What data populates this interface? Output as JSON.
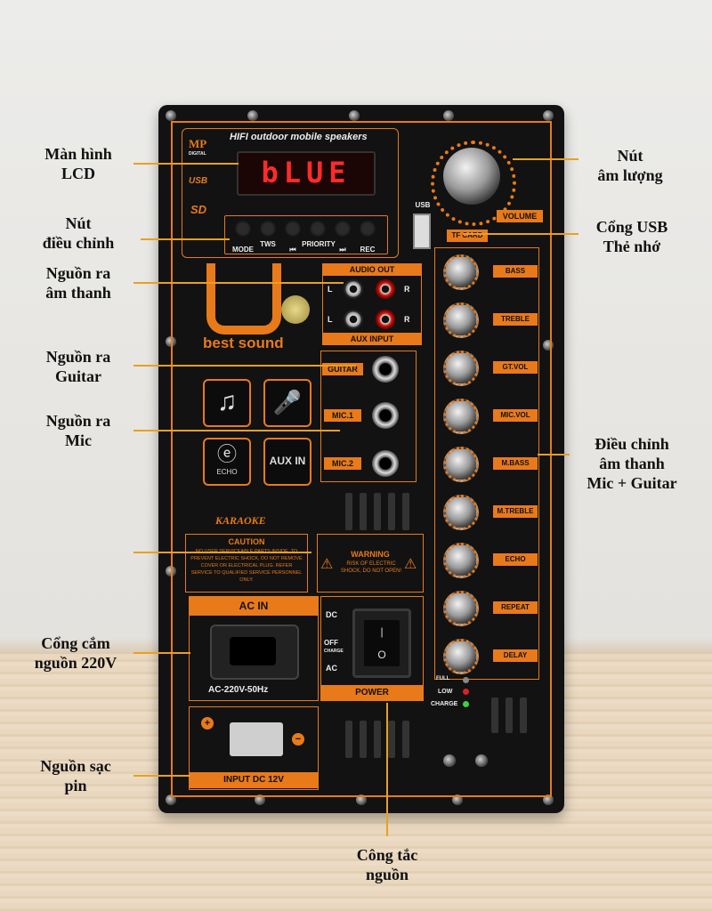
{
  "callouts": {
    "lcd": "Màn hình\nLCD",
    "buttons": "Nút\nđiều chỉnh",
    "audio_out": "Nguồn ra\nâm thanh",
    "guitar": "Nguồn ra\nGuitar",
    "mic": "Nguồn ra\nMic",
    "ac_in": "Cổng cắm\nnguồn 220V",
    "battery": "Nguồn sạc\npin",
    "volume": "Nút\nâm lượng",
    "usb": "Cổng USB\nThẻ nhớ",
    "eq": "Điều chỉnh\nâm thanh\nMic + Guitar",
    "power_switch": "Công tắc\nnguồn"
  },
  "panel": {
    "logo_mark": "MP",
    "logo_sub": "DIGITAL",
    "title": "HIFI outdoor mobile speakers",
    "usb_logo": "USB",
    "sd_logo": "SD",
    "display": "bLUE",
    "button_labels": [
      "MODE",
      "TWS",
      "⏮",
      "PRIORITY",
      "⏭",
      "REC"
    ],
    "brand": "best sound",
    "audio_out": "AUDIO OUT",
    "aux_input": "AUX INPUT",
    "left": "L",
    "right": "R",
    "guitar": "GUITAR",
    "mic1": "MIC.1",
    "mic2": "MIC.2",
    "echo_icon_label": "ECHO",
    "aux_icon_label": "AUX IN",
    "karaoke": "KARAOKE",
    "caution_title": "CAUTION",
    "caution_text": "NO USER SERVICEABLE PARTS INSIDE. TO PREVENT ELECTRIC SHOCK, DO NOT REMOVE COVER OR ELECTRICAL PLUG. REFER SERVICE TO QUALIFIED SERVICE PERSONNEL ONLY.",
    "warning_title": "WARNING",
    "warning_text": "RISK OF ELECTRIC SHOCK, DO NOT OPEN!",
    "ac_in": "AC IN",
    "ac_spec": "AC-220V-50Hz",
    "dc": "DC",
    "off": "OFF",
    "charge_small": "CHARGE",
    "ac": "AC",
    "power": "POWER",
    "input_dc": "INPUT DC 12V",
    "usb_port": "USB",
    "tf_card": "TF CARD",
    "volume": "VOLUME",
    "knobs": [
      "BASS",
      "TREBLE",
      "GT.VOL",
      "MIC.VOL",
      "M.BASS",
      "M.TREBLE",
      "ECHO",
      "REPEAT",
      "DELAY"
    ],
    "led_full": "FULL",
    "led_low": "LOW",
    "led_charge": "CHARGE"
  }
}
